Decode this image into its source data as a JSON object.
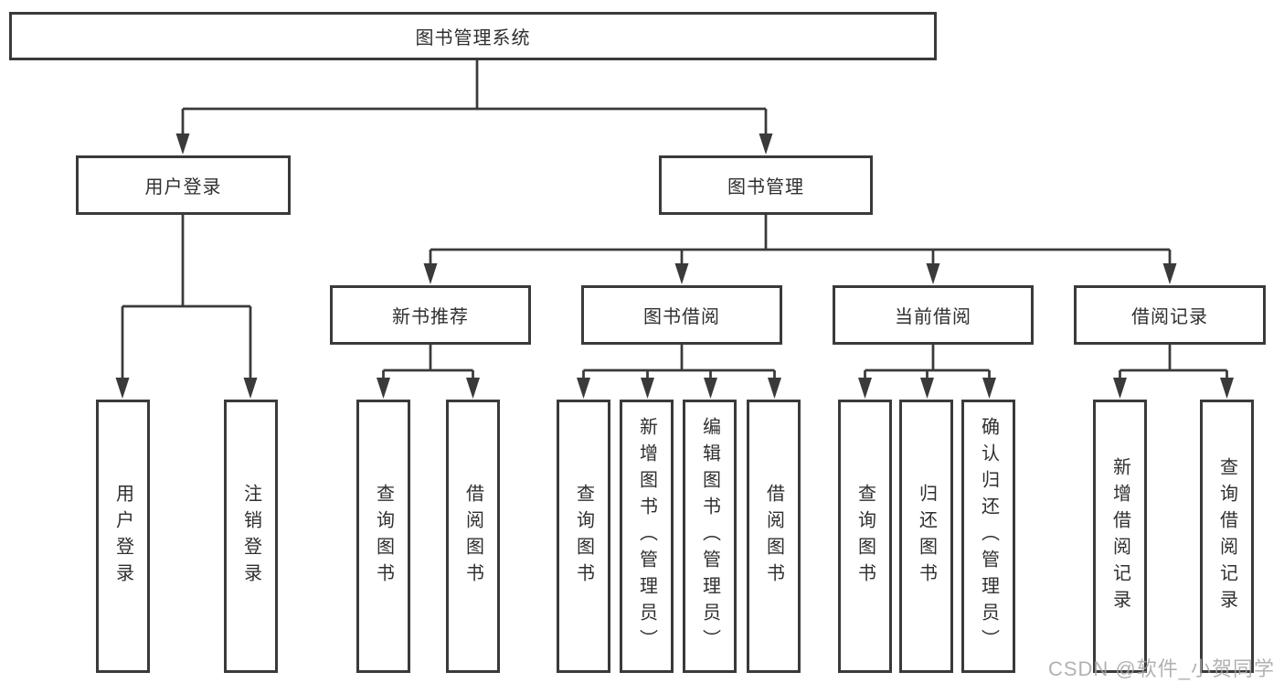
{
  "diagram": {
    "type": "hierarchy-tree",
    "nodes": {
      "root": {
        "label": "图书管理系统"
      },
      "user_login": {
        "label": "用户登录"
      },
      "book_mgmt": {
        "label": "图书管理"
      },
      "new_book_rec": {
        "label": "新书推荐"
      },
      "book_borrow": {
        "label": "图书借阅"
      },
      "current_borrow": {
        "label": "当前借阅"
      },
      "borrow_records": {
        "label": "借阅记录"
      },
      "leaf_user_login": {
        "label": "用户登录"
      },
      "leaf_logout": {
        "label": "注销登录"
      },
      "leaf_query_books_a": {
        "label": "查询图书"
      },
      "leaf_borrow_books_a": {
        "label": "借阅图书"
      },
      "leaf_query_books_b": {
        "label": "查询图书"
      },
      "leaf_add_book": {
        "label": "新增图书（管理员）"
      },
      "leaf_edit_book": {
        "label": "编辑图书（管理员）"
      },
      "leaf_borrow_books_b": {
        "label": "借阅图书"
      },
      "leaf_query_books_c": {
        "label": "查询图书"
      },
      "leaf_return_book": {
        "label": "归还图书"
      },
      "leaf_confirm_return": {
        "label": "确认归还（管理员）"
      },
      "leaf_add_record": {
        "label": "新增借阅记录"
      },
      "leaf_query_record": {
        "label": "查询借阅记录"
      }
    },
    "hierarchy": {
      "图书管理系统": {
        "用户登录": [
          "用户登录",
          "注销登录"
        ],
        "图书管理": {
          "新书推荐": [
            "查询图书",
            "借阅图书"
          ],
          "图书借阅": [
            "查询图书",
            "新增图书（管理员）",
            "编辑图书（管理员）",
            "借阅图书"
          ],
          "当前借阅": [
            "查询图书",
            "归还图书",
            "确认归还（管理员）"
          ],
          "借阅记录": [
            "新增借阅记录",
            "查询借阅记录"
          ]
        }
      }
    }
  },
  "colors": {
    "line": "#3a3a3a",
    "box_border": "#3a3a3a",
    "text": "#2f2f2f",
    "background": "#ffffff",
    "watermark": "#a5a5a5"
  },
  "watermark": {
    "text": "CSDN @软件_小贺同学"
  }
}
